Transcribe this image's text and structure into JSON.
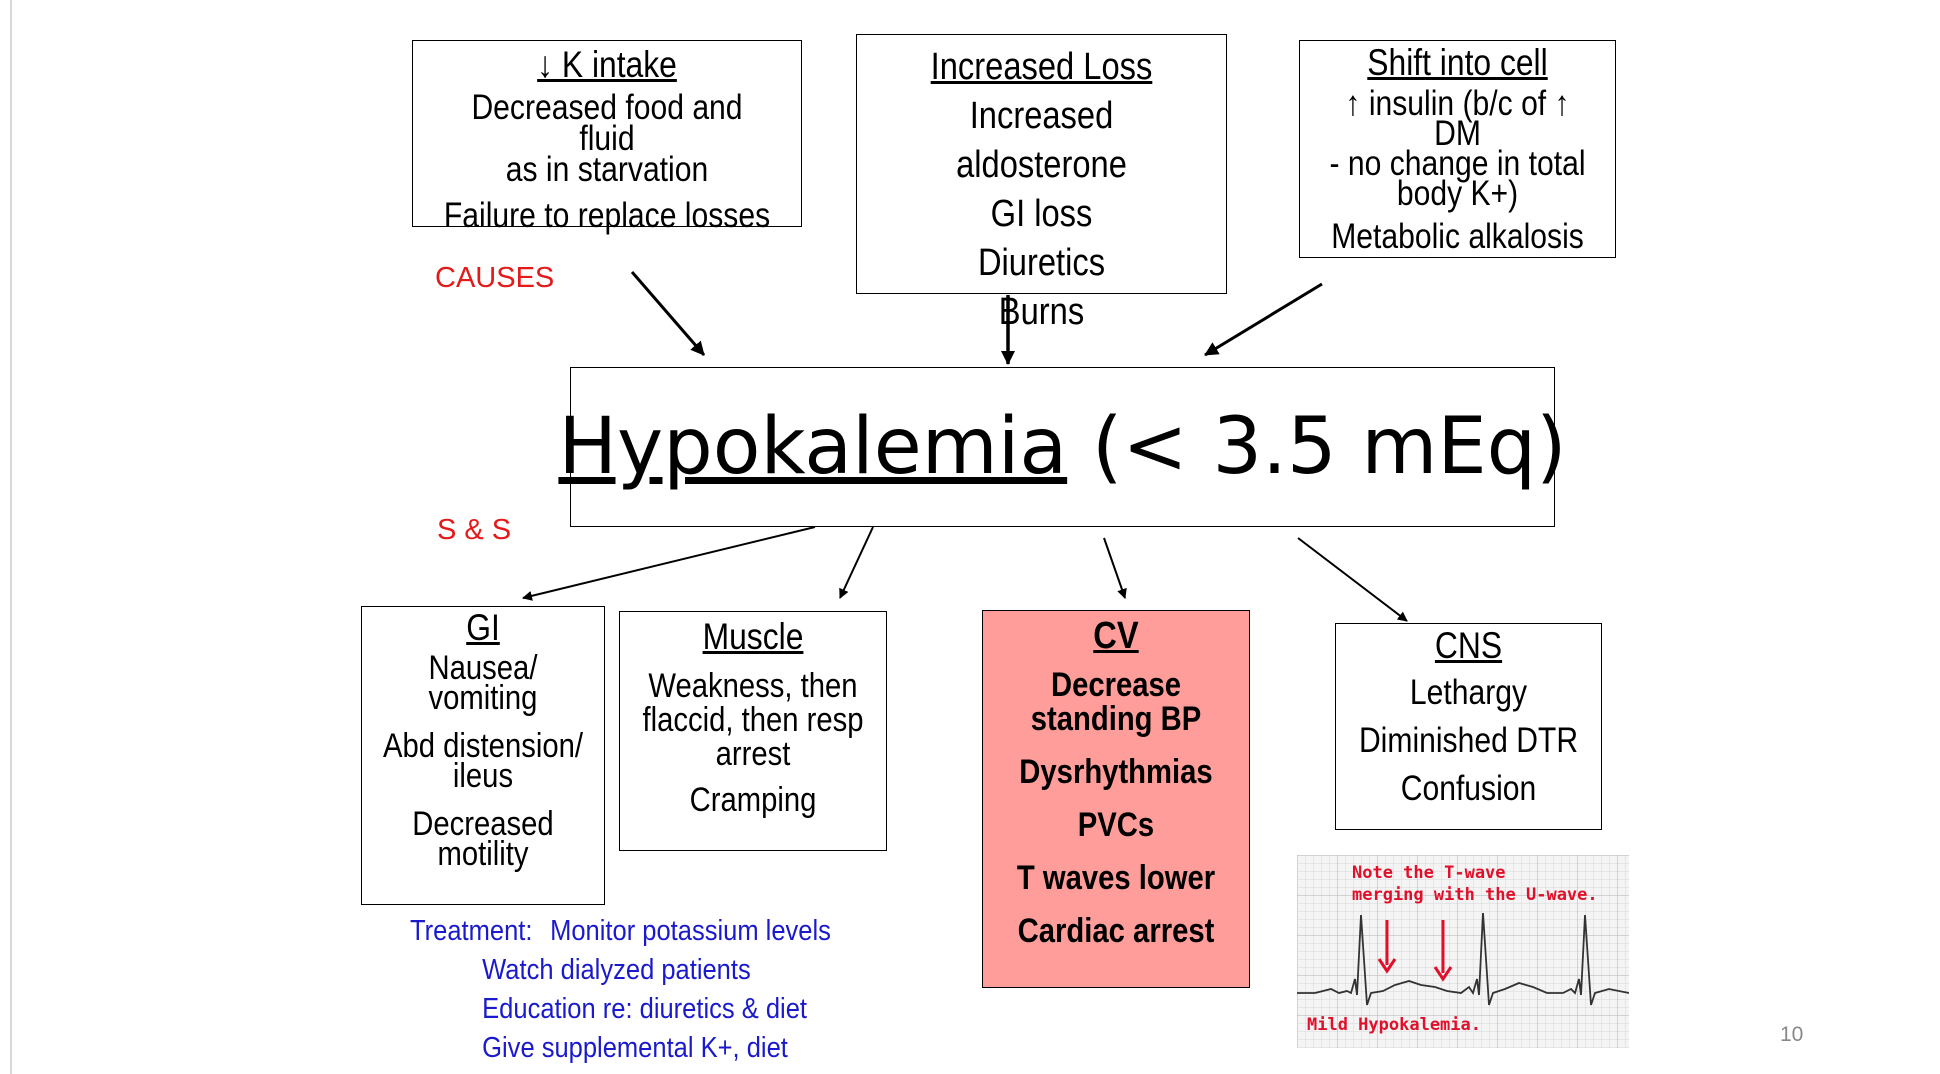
{
  "causes_label": "CAUSES",
  "ss_label": "S & S",
  "intake_box": {
    "title": "↓ K intake",
    "lines": [
      "Decreased food and fluid",
      "as in starvation",
      "Failure to replace losses"
    ]
  },
  "loss_box": {
    "title": "Increased Loss",
    "lines": [
      "Increased aldosterone",
      "GI loss",
      "Diuretics",
      "Burns"
    ]
  },
  "shift_box": {
    "title": "Shift into cell",
    "lines": [
      "↑ insulin (b/c of ↑ DM",
      "- no change in total",
      "body K+)",
      "Metabolic alkalosis"
    ]
  },
  "main": {
    "title": "Hypokalemia",
    "rest": "(< 3.5 mEq)"
  },
  "gi_box": {
    "title": "GI",
    "lines": [
      "Nausea/",
      "vomiting",
      "Abd distension/",
      "ileus",
      "Decreased",
      "motility"
    ]
  },
  "muscle_box": {
    "title": "Muscle",
    "lines": [
      "Weakness, then",
      "flaccid, then resp",
      "arrest",
      "Cramping"
    ]
  },
  "cv_box": {
    "title": "CV",
    "lines": [
      "Decrease",
      "standing BP",
      "Dysrhythmias",
      "PVCs",
      "T waves lower",
      "Cardiac arrest"
    ],
    "bg": "#ff9d9a"
  },
  "cns_box": {
    "title": "CNS",
    "lines": [
      "Lethargy",
      "Diminished DTR",
      "Confusion"
    ]
  },
  "treatment": {
    "label": "Treatment:",
    "items": [
      "Monitor potassium levels",
      "Watch dialyzed patients",
      "Education re: diuretics & diet",
      "Give  supplemental K+, diet"
    ]
  },
  "ecg": {
    "note_line1": "Note the T-wave",
    "note_line2": "merging with the U-wave.",
    "caption": "Mild Hypokalemia."
  },
  "page_number": "10",
  "colors": {
    "label_red": "#e41a1a",
    "treatment_blue": "#1a1acc",
    "cv_fill": "#ff9d9a",
    "ecg_red": "#e0102a"
  }
}
